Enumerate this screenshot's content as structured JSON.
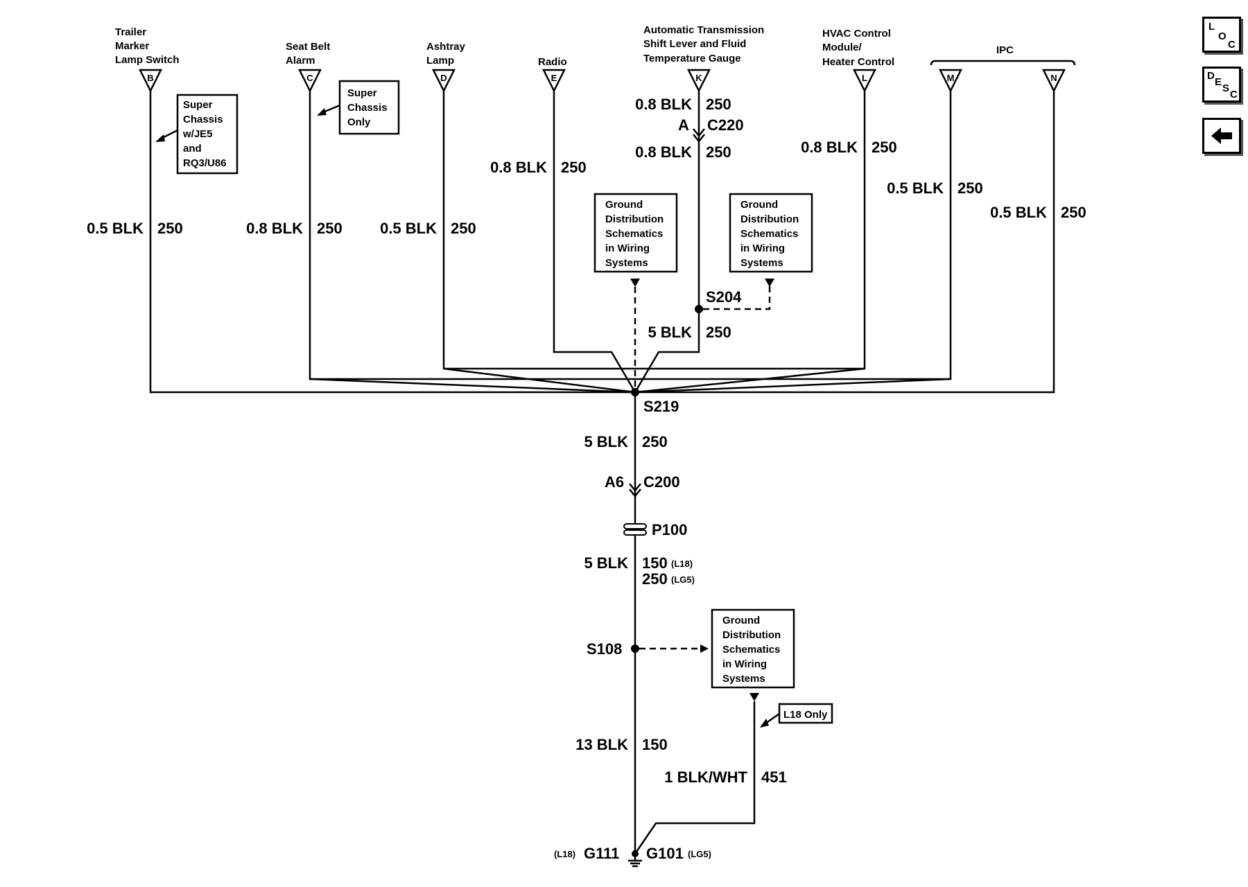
{
  "components": {
    "trailer": [
      "Trailer",
      "Marker",
      "Lamp Switch"
    ],
    "seatbelt": [
      "Seat Belt",
      "Alarm"
    ],
    "ashtray": [
      "Ashtray",
      "Lamp"
    ],
    "radio": [
      "Radio"
    ],
    "trans": [
      "Automatic Transmission",
      "Shift Lever and Fluid",
      "Temperature Gauge"
    ],
    "hvac": [
      "HVAC Control",
      "Module/",
      "Heater Control"
    ],
    "ipc": "IPC"
  },
  "pins": {
    "B": "B",
    "C": "C",
    "D": "D",
    "E": "E",
    "K": "K",
    "L": "L",
    "M": "M",
    "N": "N"
  },
  "notes": {
    "super_chassis_je5": [
      "Super",
      "Chassis",
      "w/JE5",
      "and",
      "RQ3/U86"
    ],
    "super_chassis_only": [
      "Super",
      "Chassis",
      "Only"
    ],
    "ground_dist": [
      "Ground",
      "Distribution",
      "Schematics",
      "in Wiring",
      "Systems"
    ],
    "l18_only": "L18 Only"
  },
  "wires": {
    "b": [
      "0.5 BLK",
      "250"
    ],
    "c": [
      "0.8 BLK",
      "250"
    ],
    "d": [
      "0.5 BLK",
      "250"
    ],
    "e": [
      "0.8 BLK",
      "250"
    ],
    "k_upper": [
      "0.8 BLK",
      "250"
    ],
    "k_lower": [
      "0.8 BLK",
      "250"
    ],
    "l": [
      "0.8 BLK",
      "250"
    ],
    "m": [
      "0.5 BLK",
      "250"
    ],
    "n": [
      "0.5 BLK",
      "250"
    ],
    "s204_down": [
      "5 BLK",
      "250"
    ],
    "s219_down": [
      "5 BLK",
      "250"
    ],
    "p100_down": [
      "5 BLK",
      "150",
      "(L18)",
      "250",
      "(LG5)"
    ],
    "s108_down": [
      "13 BLK",
      "150"
    ],
    "g101": [
      "1 BLK/WHT",
      "451"
    ]
  },
  "connectors": {
    "c220": {
      "pin": "A",
      "name": "C220"
    },
    "c200": {
      "pin": "A6",
      "name": "C200"
    },
    "p100": "P100"
  },
  "splices": {
    "s204": "S204",
    "s219": "S219",
    "s108": "S108"
  },
  "grounds": {
    "g111_opt": "(L18)",
    "g111": "G111",
    "g101": "G101",
    "g101_opt": "(LG5)"
  },
  "nav": {
    "loc": [
      "L",
      "O",
      "C"
    ],
    "desc": [
      "D",
      "E",
      "S",
      "C"
    ],
    "back_icon": "left-arrow-icon"
  }
}
